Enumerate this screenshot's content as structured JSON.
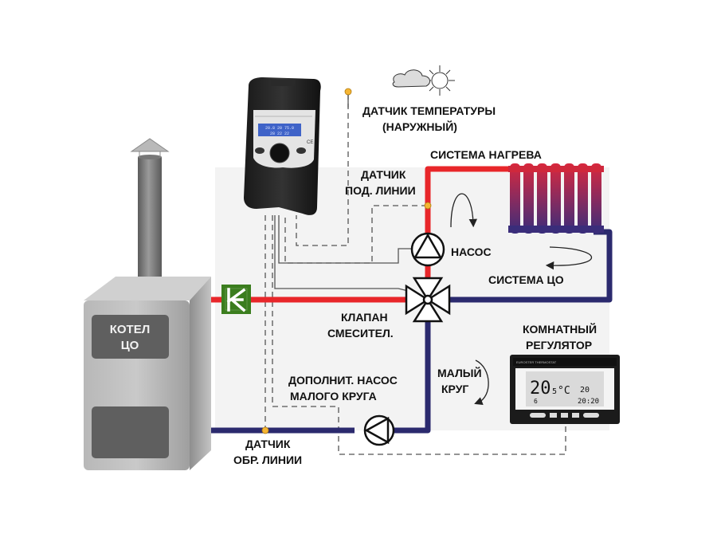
{
  "diagram": {
    "labels": {
      "outdoor_sensor_line1": "ДАТЧИК ТЕМПЕРАТУРЫ",
      "outdoor_sensor_line2": "(НАРУЖНЫЙ)",
      "heating_system": "СИСТЕМА НАГРЕВА",
      "supply_sensor_line1": "ДАТЧИК",
      "supply_sensor_line2": "ПОД. ЛИНИИ",
      "pump": "НАСОС",
      "co_system": "СИСТЕМА ЦО",
      "mixing_valve_line1": "КЛАПАН",
      "mixing_valve_line2": "СМЕСИТЕЛ.",
      "room_regulator_line1": "КОМНАТНЫЙ",
      "room_regulator_line2": "РЕГУЛЯТОР",
      "small_circuit_line1": "МАЛЫЙ",
      "small_circuit_line2": "КРУГ",
      "extra_pump_line1": "ДОПОЛНИТ. НАСОС",
      "extra_pump_line2": "МАЛОГО КРУГА",
      "return_sensor_line1": "ДАТЧИК",
      "return_sensor_line2": "ОБР. ЛИНИИ",
      "boiler_line1": "КОТЕЛ",
      "boiler_line2": "ЦО"
    },
    "thermostat": {
      "brand": "EUROSTER THERMOSTAT",
      "temp_main": "20",
      "temp_sub": "5",
      "unit": "°C",
      "set_temp": "20",
      "time": "20:20",
      "day": "6"
    },
    "controller": {
      "display_line1": "20.8  20  75.0",
      "display_line2": "28  22  22",
      "ce_mark": "CE"
    },
    "colors": {
      "supply_pipe": "#e8262a",
      "return_pipe": "#2b2a6e",
      "boiler_body": "#a9a9a9",
      "boiler_panel": "#5f5f5f",
      "valve_badge": "#3b7d1e",
      "sensor_dot": "#f5b533",
      "lcd_blue": "#3f63c8"
    }
  }
}
